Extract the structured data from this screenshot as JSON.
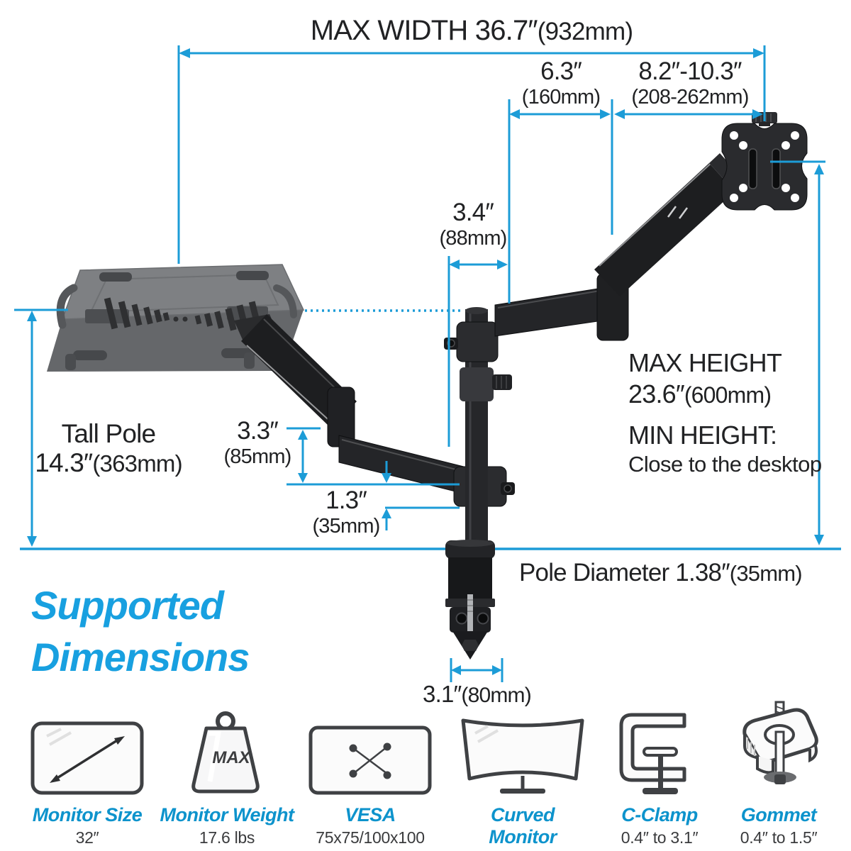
{
  "colors": {
    "dimension_blue": "#1c9cd7",
    "title_blue": "#18a0e0",
    "spec_label_blue": "#0d93cc",
    "text_dark": "#222325"
  },
  "annotations": {
    "max_width": {
      "text": "MAX WIDTH 36.7″",
      "metric": "(932mm)"
    },
    "front_reach": {
      "text": "6.3″",
      "metric": "(160mm)"
    },
    "rear_reach": {
      "text": "8.2″-10.3″",
      "metric": "(208-262mm)"
    },
    "pole_offset": {
      "text": "3.4″",
      "metric": "(88mm)"
    },
    "tall_pole": {
      "title": "Tall Pole",
      "text": "14.3″",
      "metric": "(363mm)"
    },
    "riser": {
      "text": "3.3″",
      "metric": "(85mm)"
    },
    "arm_height": {
      "text": "1.3″",
      "metric": "(35mm)"
    },
    "max_height": {
      "title": "MAX HEIGHT",
      "text": "23.6″",
      "metric": "(600mm)"
    },
    "min_height": {
      "title": "MIN HEIGHT:",
      "text": "Close to the desktop"
    },
    "pole_diameter": {
      "text": "Pole Diameter 1.38″",
      "metric": "(35mm)"
    },
    "clamp_width": {
      "text": "3.1″",
      "metric": "(80mm)"
    }
  },
  "section_title": {
    "line1": "Supported",
    "line2": "Dimensions"
  },
  "specs": [
    {
      "label": "Monitor Size",
      "value": "32″"
    },
    {
      "label": "Monitor Weight",
      "value": "17.6 lbs",
      "badge": "MAX"
    },
    {
      "label": "VESA",
      "value": "75x75/100x100"
    },
    {
      "label": "Curved Monitor",
      "value": ""
    },
    {
      "label": "C-Clamp",
      "value": "0.4″ to 3.1″"
    },
    {
      "label": "Gommet",
      "value": "0.4″ to 1.5″"
    }
  ]
}
